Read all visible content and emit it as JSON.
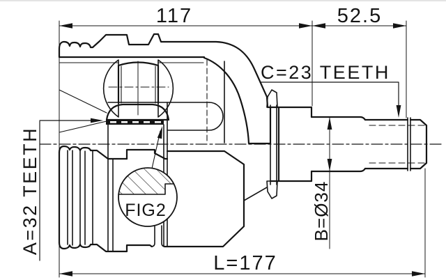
{
  "drawing": {
    "title_implicit": "CV joint cross-section drawing",
    "dim_housing_width": "117",
    "dim_shaft_width": "52.5",
    "dim_total_length": "L=177",
    "label_outer_spline": "C=23 TEETH",
    "label_inner_spline": "A=32 TEETH",
    "label_shaft_diameter": "B=Ø34",
    "figure_reference": "FIG2"
  },
  "colors": {
    "line": "#141414",
    "background": "#ffffff"
  }
}
